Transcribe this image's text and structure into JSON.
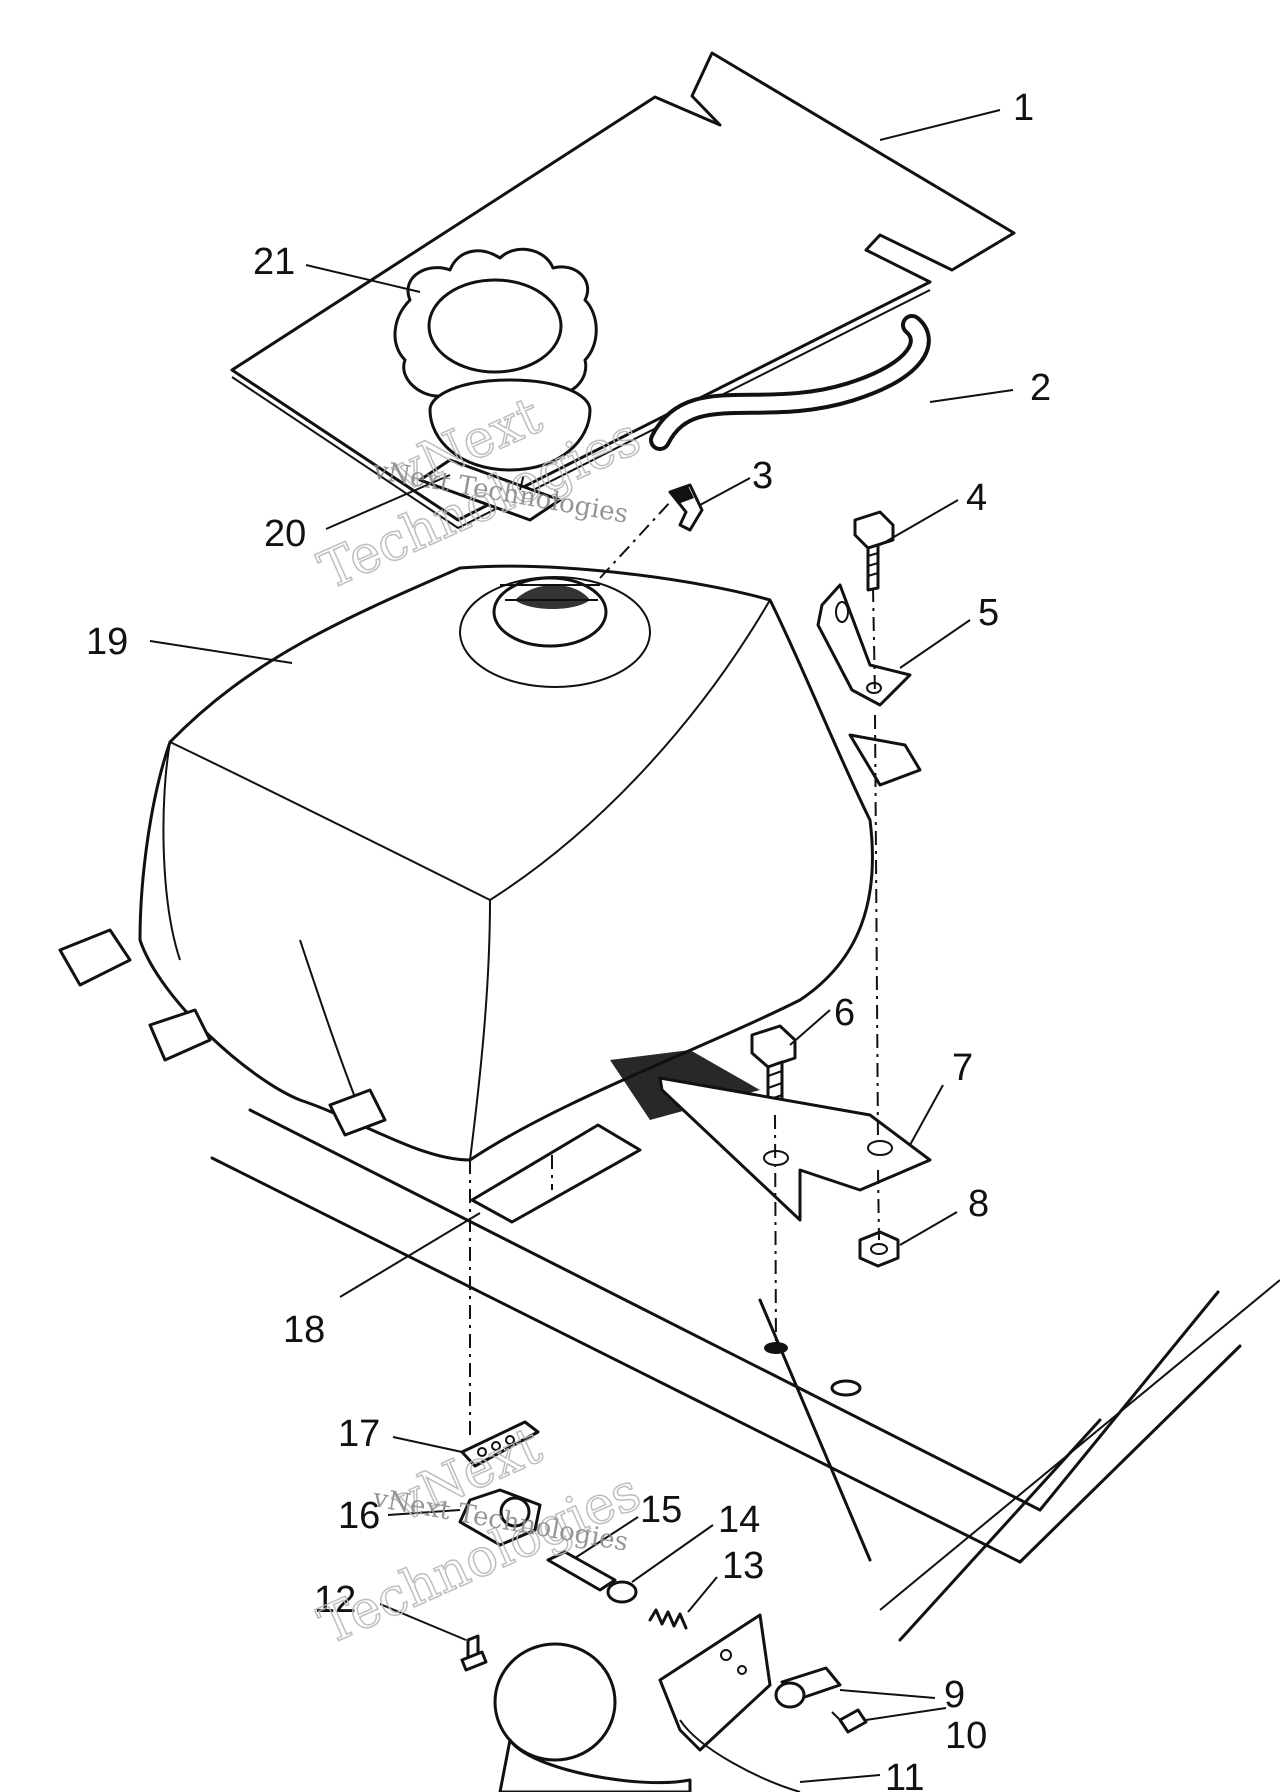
{
  "callouts": [
    {
      "id": "1",
      "label": "1"
    },
    {
      "id": "2",
      "label": "2"
    },
    {
      "id": "3",
      "label": "3"
    },
    {
      "id": "4",
      "label": "4"
    },
    {
      "id": "5",
      "label": "5"
    },
    {
      "id": "6",
      "label": "6"
    },
    {
      "id": "7",
      "label": "7"
    },
    {
      "id": "8",
      "label": "8"
    },
    {
      "id": "9",
      "label": "9"
    },
    {
      "id": "10",
      "label": "10"
    },
    {
      "id": "11",
      "label": "11"
    },
    {
      "id": "12",
      "label": "12"
    },
    {
      "id": "13",
      "label": "13"
    },
    {
      "id": "14",
      "label": "14"
    },
    {
      "id": "15",
      "label": "15"
    },
    {
      "id": "16",
      "label": "16"
    },
    {
      "id": "17",
      "label": "17"
    },
    {
      "id": "18",
      "label": "18"
    },
    {
      "id": "19",
      "label": "19"
    },
    {
      "id": "20",
      "label": "20"
    },
    {
      "id": "21",
      "label": "21"
    }
  ],
  "watermark": {
    "brand_line1": "vNext",
    "brand_line2": "Technologies",
    "caption": "vNext Technologies"
  },
  "colors": {
    "ink": "#111111",
    "paper": "#ffffff",
    "watermark": "#b8b8b8"
  }
}
